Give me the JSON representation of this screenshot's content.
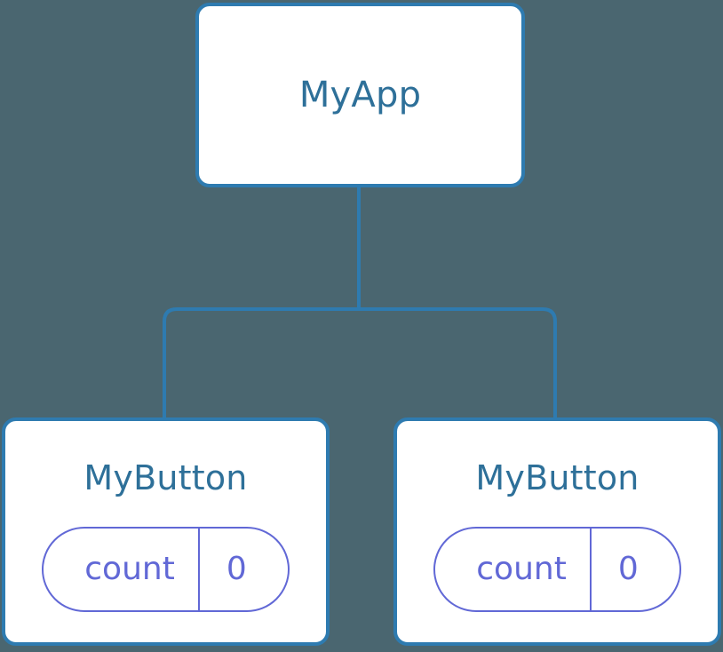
{
  "diagram": {
    "title": "component-tree",
    "background_color": "#4a6670",
    "edge_color": "#2e7bb0",
    "node_border_color": "#2e7bb0",
    "node_fill_color": "#ffffff",
    "node_label_color": "#2e7099",
    "state_accent_color": "#6168d6",
    "root": {
      "label": "MyApp"
    },
    "children": [
      {
        "label": "MyButton",
        "state": {
          "key": "count",
          "value": "0"
        }
      },
      {
        "label": "MyButton",
        "state": {
          "key": "count",
          "value": "0"
        }
      }
    ]
  }
}
